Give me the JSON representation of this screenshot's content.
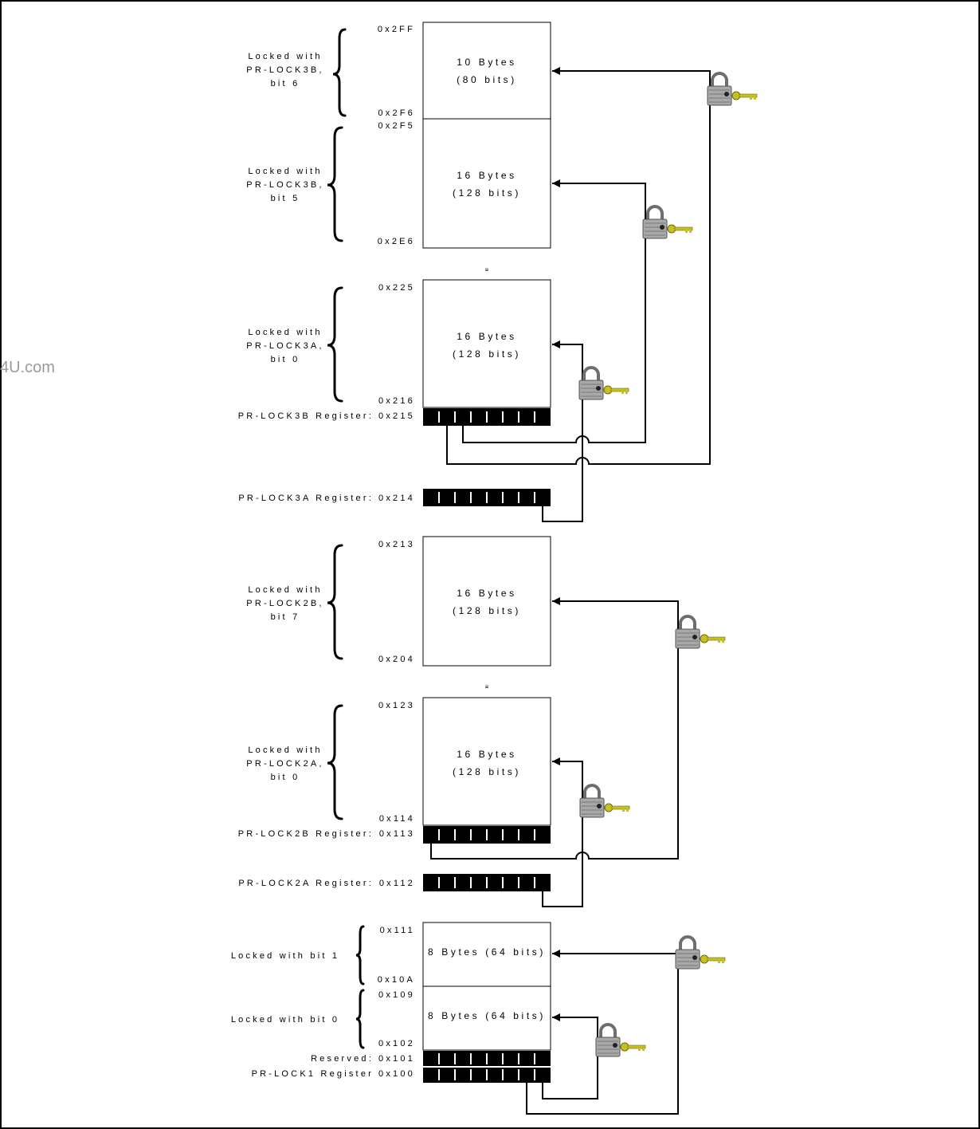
{
  "watermark": "4U.com",
  "addresses": {
    "a2ff": "0x2FF",
    "a2f6": "0x2F6",
    "a2f5": "0x2F5",
    "a2e6": "0x2E6",
    "a225": "0x225",
    "a216": "0x216",
    "a215": "0x215",
    "a214": "0x214",
    "a213": "0x213",
    "a204": "0x204",
    "a123": "0x123",
    "a114": "0x114",
    "a113": "0x113",
    "a112": "0x112",
    "a111": "0x111",
    "a10a": "0x10A",
    "a109": "0x109",
    "a102": "0x102",
    "a101": "0x101",
    "a100": "0x100"
  },
  "blocks": {
    "b1": [
      "10 Bytes",
      "(80 bits)"
    ],
    "b2": [
      "16 Bytes",
      "(128 bits)"
    ],
    "b3": [
      "16 Bytes",
      "(128 bits)"
    ],
    "b4": [
      "16 Bytes",
      "(128 bits)"
    ],
    "b5": [
      "16 Bytes",
      "(128 bits)"
    ],
    "b6": "8 Bytes (64 bits)",
    "b7": "8 Bytes (64 bits)"
  },
  "lock_labels": {
    "l1": [
      "Locked with",
      "PR-LOCK3B,",
      "bit 6"
    ],
    "l2": [
      "Locked with",
      "PR-LOCK3B,",
      "bit 5"
    ],
    "l3": [
      "Locked with",
      "PR-LOCK3A,",
      "bit 0"
    ],
    "l4": [
      "Locked with",
      "PR-LOCK2B,",
      "bit 7"
    ],
    "l5": [
      "Locked with",
      "PR-LOCK2A,",
      "bit 0"
    ],
    "l6": "Locked with bit 1",
    "l7": "Locked with bit 0"
  },
  "registers": {
    "r3b": "PR-LOCK3B Register:",
    "r3a": "PR-LOCK3A Register:",
    "r2b": "PR-LOCK2B Register:",
    "r2a": "PR-LOCK2A Register:",
    "reserved": "Reserved:",
    "r1": "PR-LOCK1 Register"
  },
  "ellipsis": "≡",
  "colors": {
    "padlock_body": "#a8a8a8",
    "key": "#c8c020",
    "line": "#000000"
  }
}
